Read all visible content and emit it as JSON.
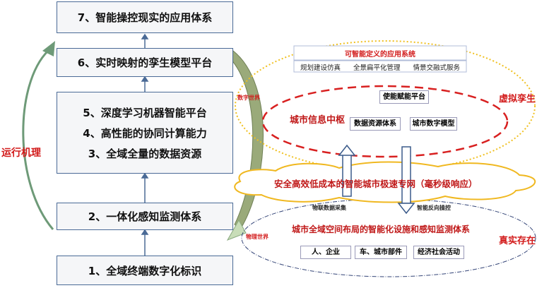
{
  "layers": [
    "7、智能操控现实的应用体系",
    "6、实时映射的孪生模型平台",
    "5、深度学习机器智能平台",
    "4、高性能的协同计算能力",
    "3、全域全量的数据资源",
    "2、一体化感知监测体系",
    "1、全域终端数字化标识"
  ],
  "left_label": "运行机理",
  "digital": {
    "world": "数字世界",
    "virtual": "虚拟孪生",
    "app_system": "可智能定义的应用系统",
    "apps": [
      "规划建设仿真",
      "全景扁平化管理",
      "情景交融式服务"
    ],
    "hub": "城市信息中枢",
    "hub_items": [
      "使能赋能平台",
      "数据资源体系",
      "城市数字模型"
    ]
  },
  "network": "安全高效低成本的智能城市极速专网（毫秒级响应）",
  "arrows": {
    "up": "物联数据采集",
    "down": "智能反向操控"
  },
  "physical": {
    "world": "物理世界",
    "real": "真实存在",
    "system": "城市全域空间布局的智能化设施和感知监测体系",
    "items": [
      "人、企业",
      "车、城市部件",
      "经济社会活动"
    ]
  }
}
